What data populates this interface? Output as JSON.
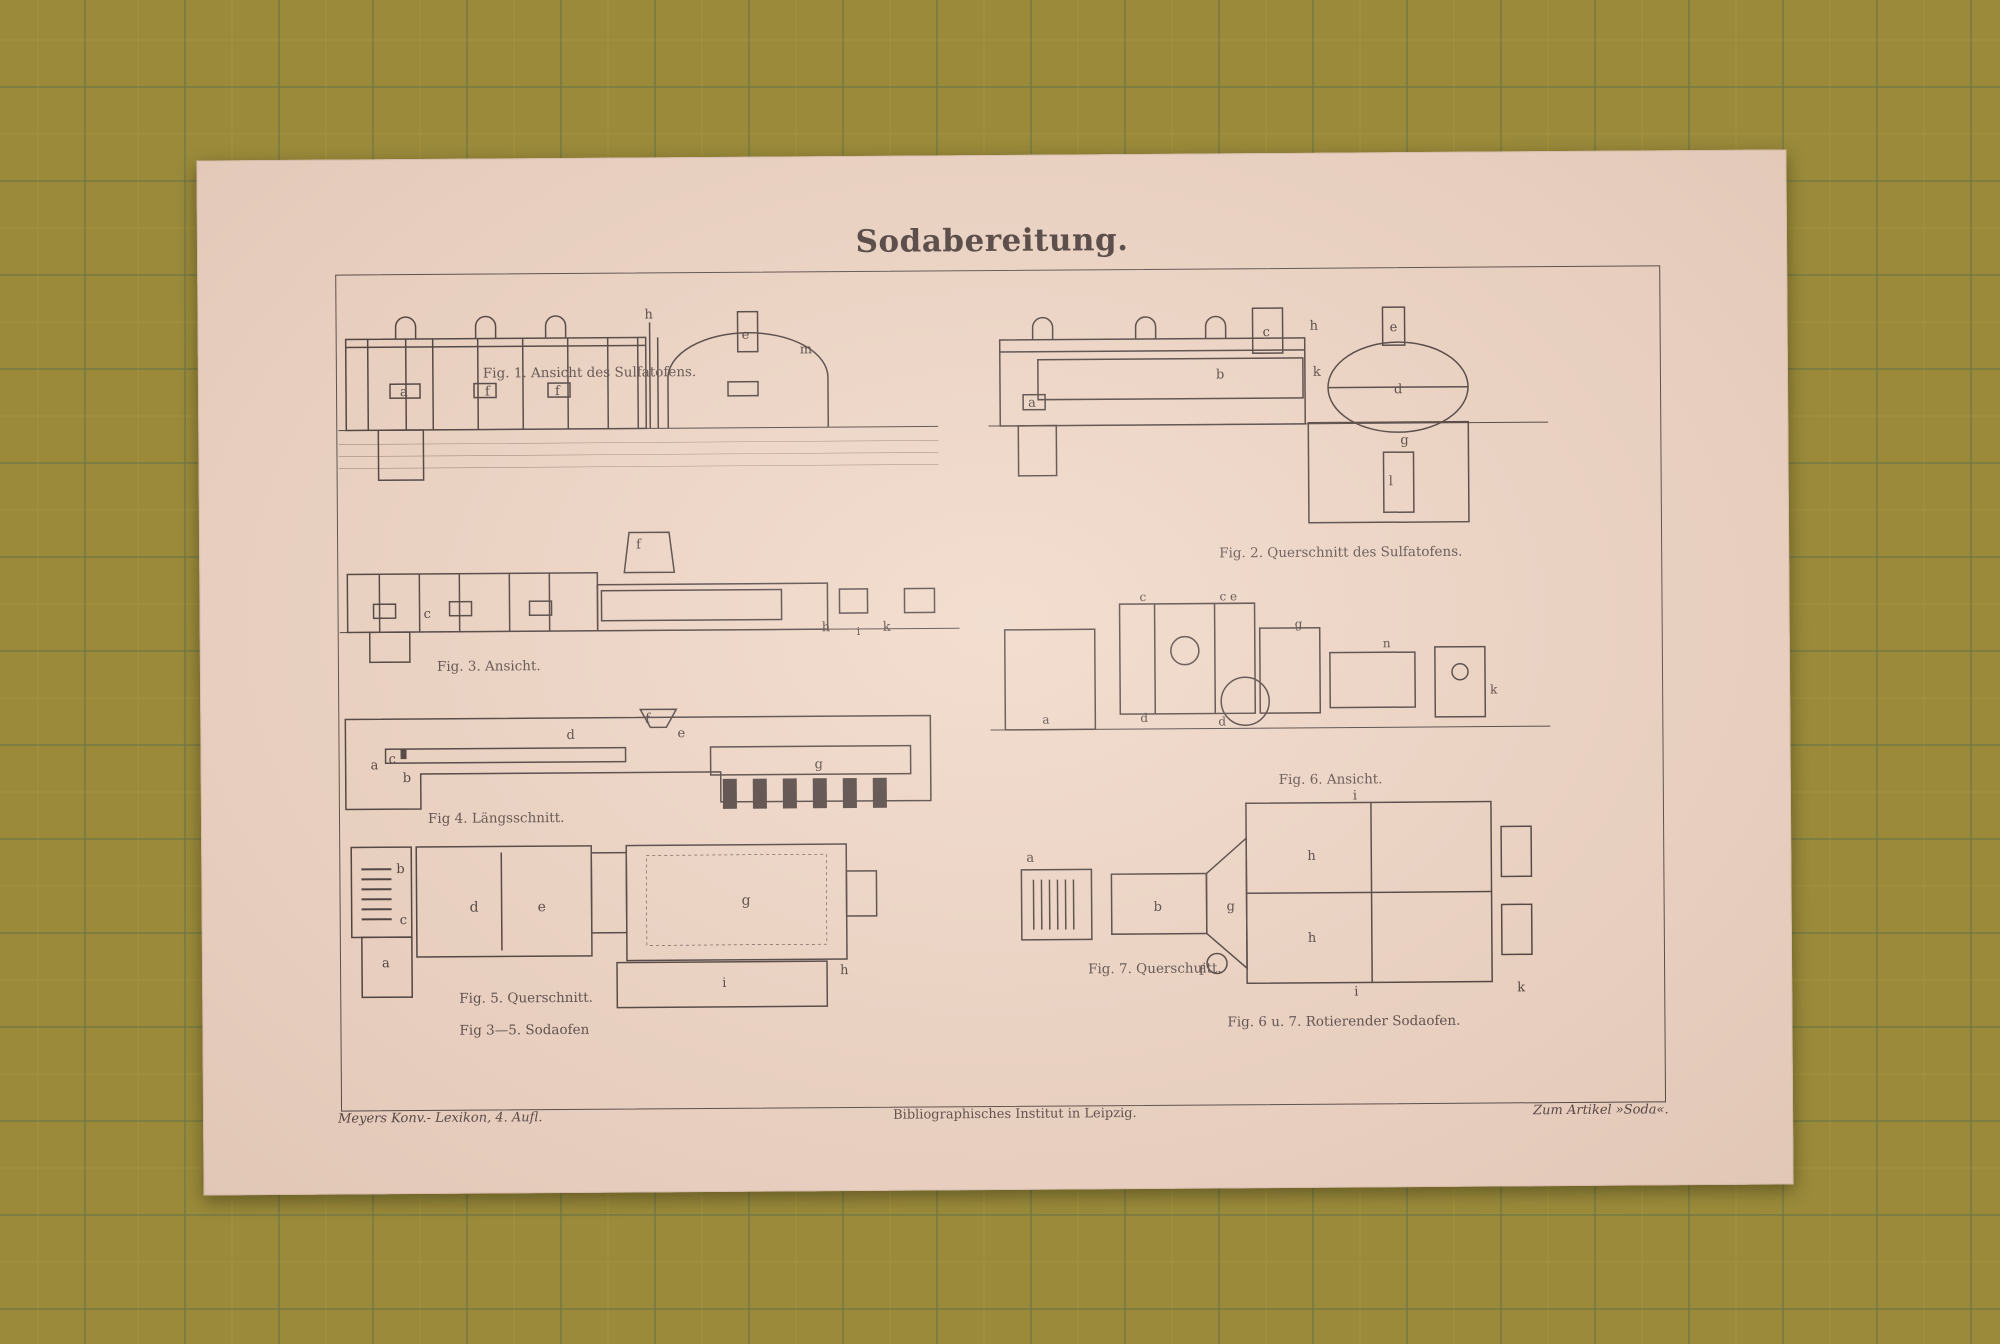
{
  "plate": {
    "title": "Sodabereitung.",
    "captions": {
      "fig1": "Fig. 1.  Ansicht des Sulfatofens.",
      "fig2": "Fig. 2.  Querschnitt des Sulfatofens.",
      "fig3": "Fig. 3.  Ansicht.",
      "fig4": "Fig 4.  Längsschnitt.",
      "fig5": "Fig. 5.  Querschnitt.",
      "fig35": "Fig 3—5.  Sodaofen",
      "fig6": "Fig. 6.  Ansicht.",
      "fig7": "Fig. 7.  Querschuitt.",
      "fig67": "Fig. 6 u. 7.  Rotierender Sodaofen."
    },
    "footer": {
      "left": "Meyers Konv.- Lexikon, 4. Aufl.",
      "center": "Bibliographisches Institut in Leipzig.",
      "right": "Zum Artikel »Soda«."
    }
  },
  "colors": {
    "background": "#24403a",
    "grid_lines": "#9a8a3a",
    "paper": "#ecd4c4",
    "ink": "#2a2020"
  }
}
